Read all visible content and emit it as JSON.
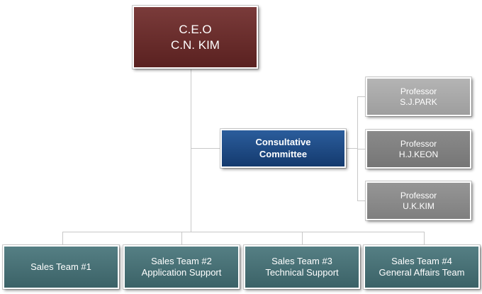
{
  "ceo": {
    "line1": "C.E.O",
    "line2": "C.N. KIM"
  },
  "consultative": {
    "line1": "Consultative",
    "line2": "Committee"
  },
  "professors": [
    {
      "title": "Professor",
      "name": "S.J.PARK"
    },
    {
      "title": "Professor",
      "name": "H.J.KEON"
    },
    {
      "title": "Professor",
      "name": "U.K.KIM"
    }
  ],
  "teams": [
    {
      "line1": "Sales Team #1",
      "line2": ""
    },
    {
      "line1": "Sales Team #2",
      "line2": "Application Support"
    },
    {
      "line1": "Sales Team #3",
      "line2": "Technical Support"
    },
    {
      "line1": "Sales Team #4",
      "line2": "General Affairs Team"
    }
  ],
  "colors": {
    "ceo": "#6a2d2c",
    "consultative": "#1f4a85",
    "professor": "#8c8c8c",
    "team": "#4a7074",
    "connector": "#c8c8c8"
  }
}
